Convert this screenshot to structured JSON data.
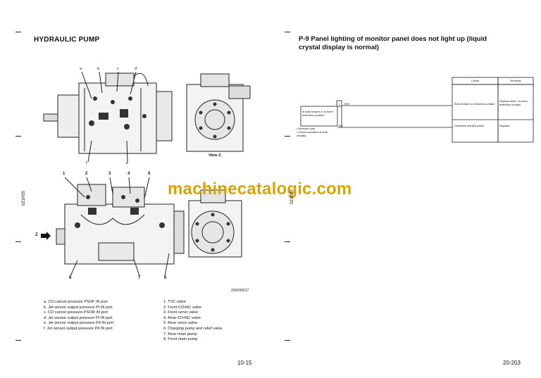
{
  "left_page": {
    "title": "HYDRAULIC PUMP",
    "side_code": "021K05",
    "view_label": "View Z",
    "figure_code": "202F05617",
    "arrow_label": "Z",
    "callouts_top": [
      "a",
      "b",
      "c",
      "d",
      "f",
      "e"
    ],
    "callouts_bottom": [
      "1",
      "2",
      "3",
      "4",
      "5",
      "6",
      "7",
      "8"
    ],
    "ports": [
      "a. CO cancel pressure PSOF IN port",
      "b. Jet sensor output pressure Pt IN port",
      "c. CO cancel pressure PSOR IN port",
      "d. Jet sensor output pressure Pt IN port",
      "e. Jet sensor output pressure Pd IN port",
      "f. Jet sensor output pressure Pd IN port"
    ],
    "parts": [
      "1. TVC valve",
      "2. Front CO•NC valve",
      "3. Front servo valve",
      "4. Rear CO•NC valve",
      "5. Rear servo valve",
      "6. Charging pump and relief valve",
      "7. Rear main pump",
      "8. Front main pump"
    ],
    "page_number": "10-15"
  },
  "watermark": "machinecatalogic.com",
  "right_page": {
    "heading": "P-9 Panel lighting of monitor panel does not light up (liquid crystal display is normal)",
    "side_code": "021K00",
    "table": {
      "headers": [
        "Cause",
        "Remedy"
      ],
      "step": "1",
      "question": "Is bulb broken or is there defective contact?",
      "notes": [
        "• Remove bulb.",
        "• Check condition of bulb visually."
      ],
      "yes_label": "YES",
      "no_label": "NO",
      "rows": [
        {
          "cause": "Bulb broken or defective contact",
          "remedy": "Replace bulb, or clean defective contact"
        },
        {
          "cause": "Defective monitor panel",
          "remedy": "Replace"
        }
      ]
    },
    "page_number": "20-203"
  }
}
